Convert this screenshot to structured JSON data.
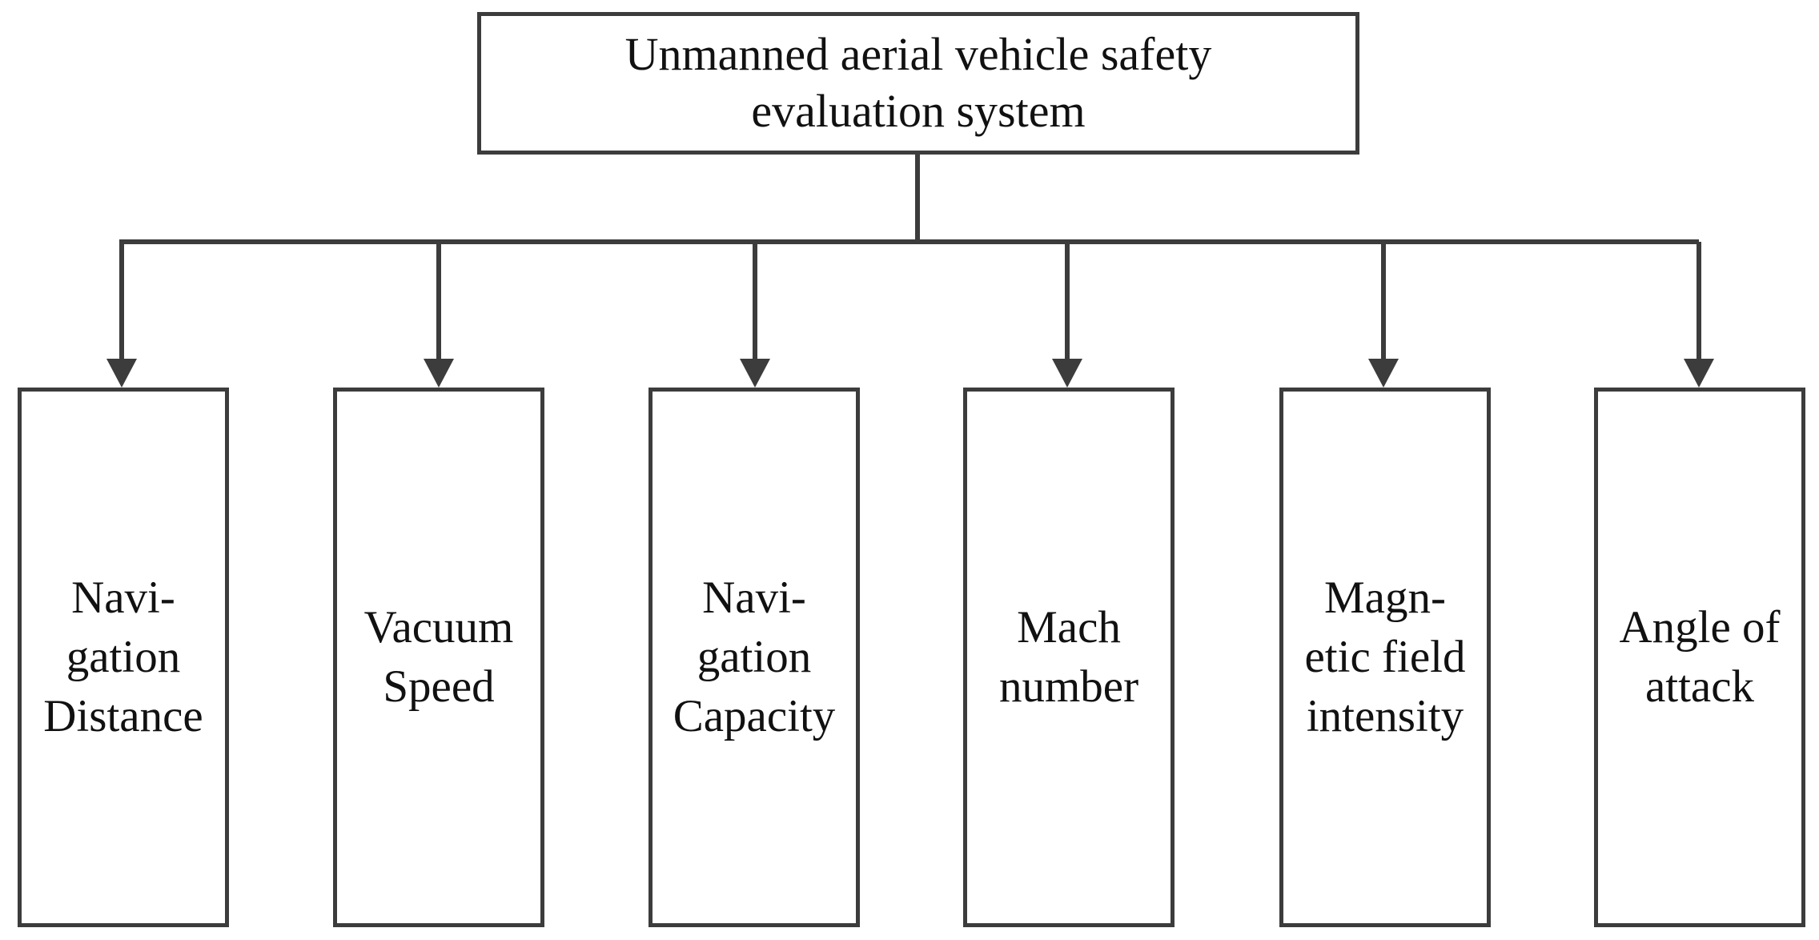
{
  "root": {
    "label_line1": "Unmanned aerial vehicle safety",
    "label_line2": "evaluation system"
  },
  "children": [
    {
      "label": "Navi-\ngation\nDistance"
    },
    {
      "label": "Vacuum\nSpeed"
    },
    {
      "label": "Navi-\ngation\nCapacity"
    },
    {
      "label": "Mach\nnumber"
    },
    {
      "label": "Magn-\netic field\nintensity"
    },
    {
      "label": "Angle of\nattack"
    }
  ],
  "colors": {
    "line": "#3c3c3c",
    "text": "#111111",
    "background": "#ffffff"
  }
}
